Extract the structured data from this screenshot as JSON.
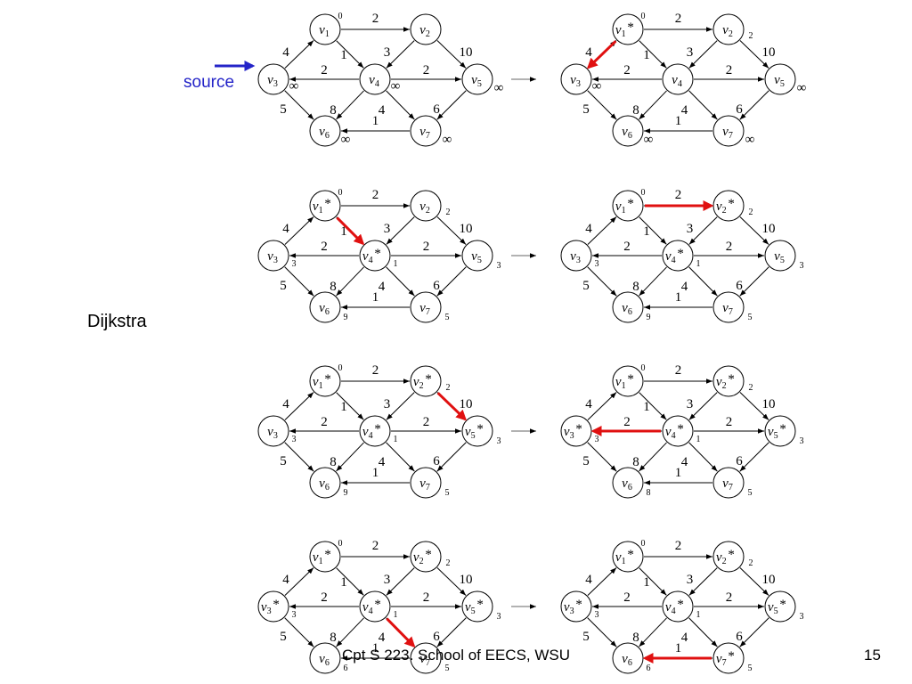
{
  "slide": {
    "side_label": "Dijkstra",
    "source_label": "source",
    "footer": "Cpt S 223. School of EECS, WSU",
    "page_number": "15"
  },
  "graph": {
    "nodes": [
      "1",
      "2",
      "3",
      "4",
      "5",
      "6",
      "7"
    ],
    "edges": [
      {
        "from": "1",
        "to": "2",
        "w": "2"
      },
      {
        "from": "1",
        "to": "4",
        "w": "1"
      },
      {
        "from": "3",
        "to": "1",
        "w": "4"
      },
      {
        "from": "2",
        "to": "4",
        "w": "3"
      },
      {
        "from": "2",
        "to": "5",
        "w": "10"
      },
      {
        "from": "4",
        "to": "3",
        "w": "2"
      },
      {
        "from": "4",
        "to": "5",
        "w": "2"
      },
      {
        "from": "3",
        "to": "6",
        "w": "5"
      },
      {
        "from": "4",
        "to": "6",
        "w": "8"
      },
      {
        "from": "4",
        "to": "7",
        "w": "4"
      },
      {
        "from": "5",
        "to": "7",
        "w": "6"
      },
      {
        "from": "7",
        "to": "6",
        "w": "1"
      }
    ]
  },
  "panels": [
    {
      "row": 0,
      "col": 0,
      "known": [],
      "dist": {
        "1": "0",
        "2": "",
        "3": "∞",
        "4": "∞",
        "5": "∞",
        "6": "∞",
        "7": "∞"
      },
      "highlight": [],
      "source_arrow": true
    },
    {
      "row": 0,
      "col": 1,
      "known": [
        "1"
      ],
      "dist": {
        "1": "0",
        "2": "2",
        "3": "∞",
        "4": "",
        "5": "∞",
        "6": "∞",
        "7": "∞"
      },
      "highlight": [
        "1-3"
      ]
    },
    {
      "row": 1,
      "col": 0,
      "known": [
        "1",
        "4"
      ],
      "dist": {
        "1": "0",
        "2": "2",
        "3": "3",
        "4": "1",
        "5": "3",
        "6": "9",
        "7": "5"
      },
      "highlight": [
        "1-4"
      ]
    },
    {
      "row": 1,
      "col": 1,
      "known": [
        "1",
        "2",
        "4"
      ],
      "dist": {
        "1": "0",
        "2": "2",
        "3": "3",
        "4": "1",
        "5": "3",
        "6": "9",
        "7": "5"
      },
      "highlight": [
        "1-2"
      ]
    },
    {
      "row": 2,
      "col": 0,
      "known": [
        "1",
        "2",
        "4",
        "5"
      ],
      "dist": {
        "1": "0",
        "2": "2",
        "3": "3",
        "4": "1",
        "5": "3",
        "6": "9",
        "7": "5"
      },
      "highlight": [
        "2-5"
      ]
    },
    {
      "row": 2,
      "col": 1,
      "known": [
        "1",
        "2",
        "3",
        "4",
        "5"
      ],
      "dist": {
        "1": "0",
        "2": "2",
        "3": "3",
        "4": "1",
        "5": "3",
        "6": "8",
        "7": "5"
      },
      "highlight": [
        "4-3"
      ]
    },
    {
      "row": 3,
      "col": 0,
      "known": [
        "1",
        "2",
        "3",
        "4",
        "5"
      ],
      "dist": {
        "1": "0",
        "2": "2",
        "3": "3",
        "4": "1",
        "5": "3",
        "6": "6",
        "7": "5"
      },
      "highlight": [
        "4-7"
      ]
    },
    {
      "row": 3,
      "col": 1,
      "known": [
        "1",
        "2",
        "3",
        "4",
        "5",
        "7"
      ],
      "dist": {
        "1": "0",
        "2": "2",
        "3": "3",
        "4": "1",
        "5": "3",
        "6": "6",
        "7": "5"
      },
      "highlight": [
        "7-6"
      ]
    }
  ]
}
